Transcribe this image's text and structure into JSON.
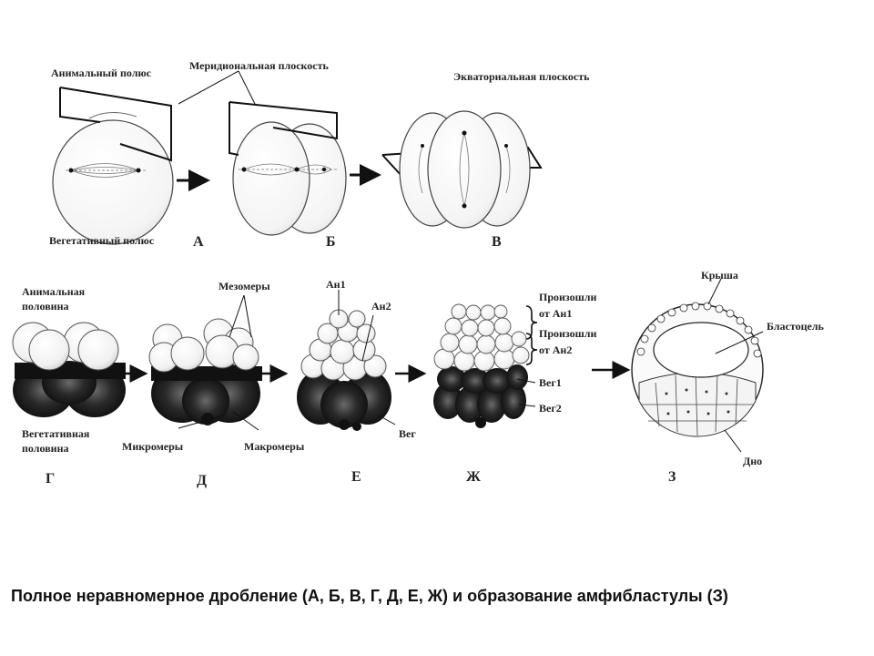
{
  "labels": {
    "animal_pole": "Анимальный полюс",
    "meridional_plane": "Меридиональная плоскость",
    "equatorial_plane": "Экваториальная плоскость",
    "vegetative_pole": "Вегетативный полюс",
    "animal_half_line1": "Анимальная",
    "animal_half_line2": "половина",
    "vegetative_half_line1": "Вегетативная",
    "vegetative_half_line2": "половина",
    "mesomeres": "Мезомеры",
    "micromeres": "Микромеры",
    "macromeres": "Макромеры",
    "an1": "Ан1",
    "an2": "Ан2",
    "veg": "Вег",
    "from_an1_line1": "Произошли",
    "from_an1_line2": "от Ан1",
    "from_an2_line1": "Произошли",
    "from_an2_line2": "от Ан2",
    "veg1": "Вег1",
    "veg2": "Вег2",
    "roof": "Крыша",
    "blastocoel": "Бластоцель",
    "floor": "Дно"
  },
  "stages": {
    "a": "А",
    "b": "Б",
    "v": "В",
    "g": "Г",
    "d": "Д",
    "e": "Е",
    "zh": "Ж",
    "z": "З"
  },
  "caption": "Полное неравномерное дробление (А, Б, В, Г, Д, Е, Ж) и образование амфибластулы (З)"
}
